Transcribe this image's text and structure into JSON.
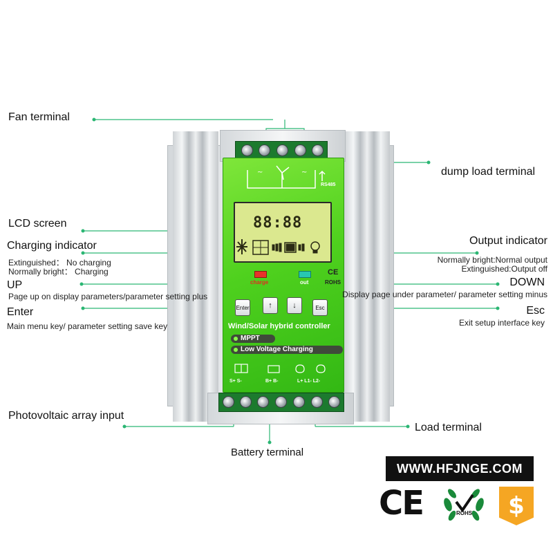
{
  "callouts": {
    "fan_terminal": "Fan terminal",
    "dump_load_terminal": "dump load terminal",
    "lcd_screen": "LCD screen",
    "charging_indicator": {
      "title": "Charging indicator",
      "line1": "Extinguished： No charging",
      "line2": "Normally bright： Charging"
    },
    "output_indicator": {
      "title": "Output indicator",
      "line1": "Normally bright:Normal output",
      "line2": "Extinguished:Output off"
    },
    "up": {
      "title": "UP",
      "desc": "Page up on display parameters/parameter setting plus"
    },
    "down": {
      "title": "DOWN",
      "desc": "Display page under parameter/ parameter setting minus"
    },
    "enter": {
      "title": "Enter",
      "desc": "Main menu key/ parameter setting save key"
    },
    "esc": {
      "title": "Esc",
      "desc": "Exit setup interface key"
    },
    "pv_input": "Photovoltaic array input",
    "load_terminal": "Load terminal",
    "battery_terminal": "Battery terminal"
  },
  "device": {
    "rs485": "RS485",
    "lcd_digits": "88:88",
    "charge_label": "charge",
    "out_label": "out",
    "ce_mark": "CE",
    "rohs_mark": "ROHS",
    "enter_key": "Enter",
    "esc_key": "Esc",
    "controller_name": "Wind/Solar hybrid controller",
    "mppt": "MPPT",
    "low_voltage": "Low Voltage Charging",
    "solar_terms": "S+  S-",
    "battery_terms": "B+  B-",
    "load_terms": "L+   L1-   L2-"
  },
  "footer": {
    "website": "WWW.HFJNGE.COM",
    "ce_logo": "CE",
    "rohs_logo": "ROHS",
    "dollar_icon": "$"
  },
  "colors": {
    "panel_green": "#4fd11e",
    "callout_line": "#2bb673",
    "dollar_bg": "#f5a623"
  }
}
